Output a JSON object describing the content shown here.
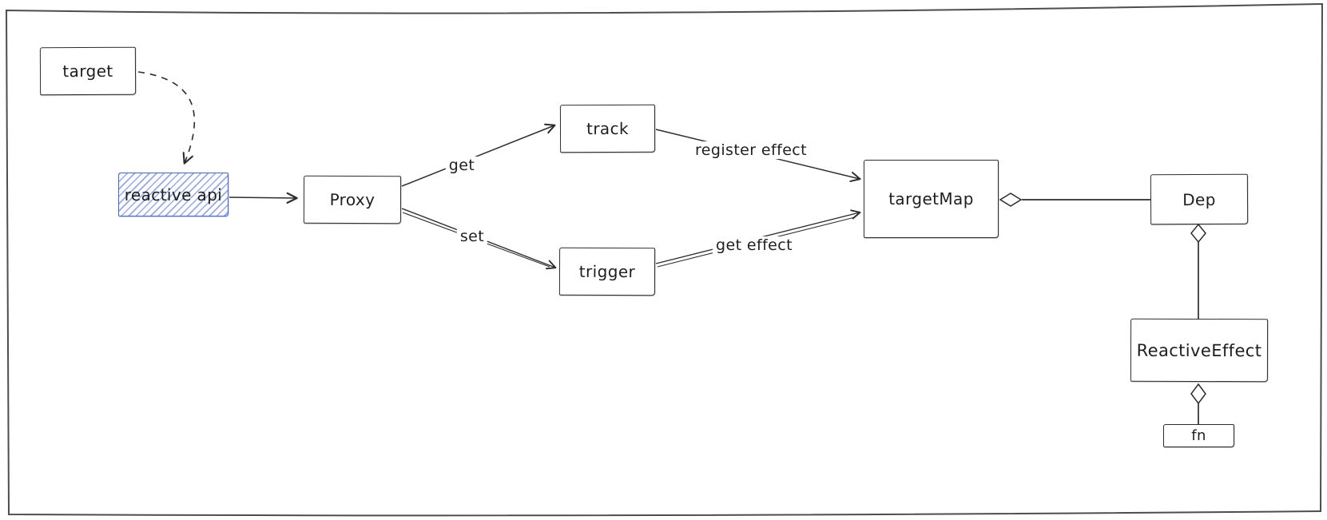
{
  "diagram": {
    "nodes": {
      "target": {
        "label": "target"
      },
      "reactive_api": {
        "label": "reactive api",
        "highlighted": true
      },
      "proxy": {
        "label": "Proxy"
      },
      "track": {
        "label": "track"
      },
      "trigger": {
        "label": "trigger"
      },
      "target_map": {
        "label": "targetMap"
      },
      "dep": {
        "label": "Dep"
      },
      "reactive_effect": {
        "label": "ReactiveEffect"
      },
      "fn": {
        "label": "fn"
      }
    },
    "edges": [
      {
        "from": "target",
        "to": "reactive api",
        "style": "dashed-curved-arrow",
        "label": ""
      },
      {
        "from": "reactive api",
        "to": "Proxy",
        "style": "arrow",
        "label": ""
      },
      {
        "from": "Proxy",
        "to": "track",
        "style": "arrow",
        "label": "get"
      },
      {
        "from": "Proxy",
        "to": "trigger",
        "style": "double-arrow",
        "label": "set"
      },
      {
        "from": "track",
        "to": "targetMap",
        "style": "arrow",
        "label": "register effect"
      },
      {
        "from": "trigger",
        "to": "targetMap",
        "style": "double-arrow",
        "label": "get effect"
      },
      {
        "from": "targetMap",
        "to": "Dep",
        "style": "aggregation",
        "diamond_at": "targetMap",
        "label": ""
      },
      {
        "from": "Dep",
        "to": "ReactiveEffect",
        "style": "aggregation",
        "diamond_at": "Dep",
        "label": ""
      },
      {
        "from": "ReactiveEffect",
        "to": "fn",
        "style": "aggregation",
        "diamond_at": "ReactiveEffect",
        "label": ""
      }
    ],
    "colors": {
      "stroke": "#2d2d2d",
      "frame_stroke": "#4d4d4d",
      "accent_stroke": "#4263eb",
      "accent_hatch": "#93a9ee",
      "canvas_background": "#ffffff"
    }
  }
}
